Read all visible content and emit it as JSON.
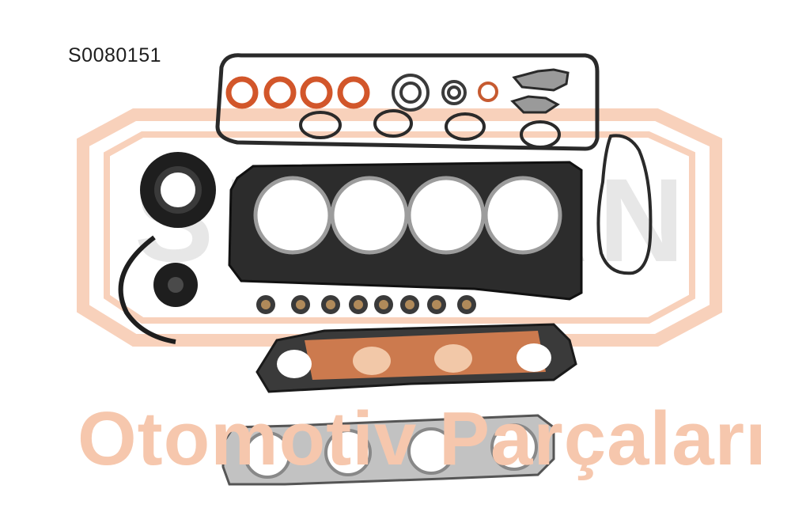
{
  "product_code": "S0080151",
  "watermark": {
    "brand": "SUPSAN",
    "tagline": "Otomotiv Parçaları",
    "color": "#f6c7ad"
  },
  "parts": [
    "valve-cover-gasket",
    "spark-plug-tube-seals",
    "cylinder-head-gasket",
    "crankshaft-oil-seal",
    "camshaft-seal",
    "valve-stem-seals",
    "intake-manifold-gasket",
    "exhaust-manifold-gasket",
    "water-pump-gasket"
  ]
}
